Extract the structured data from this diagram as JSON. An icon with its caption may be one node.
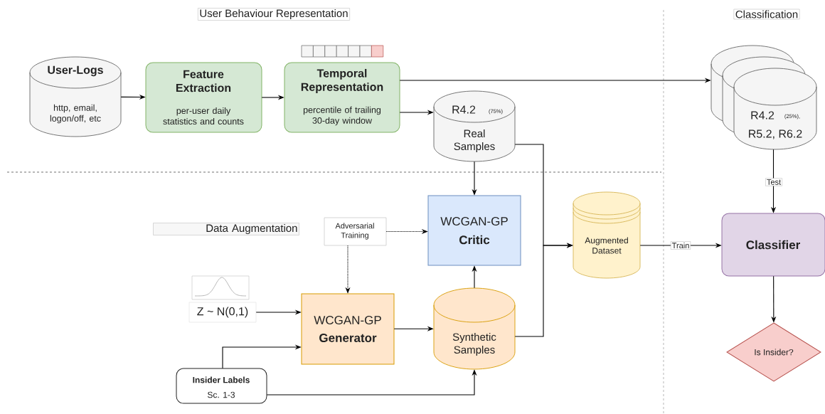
{
  "diagram": {
    "nodes": [
      {
        "text": [
          "User-Logs",
          "http, email, logon/off, etc"
        ]
      },
      {
        "text": [
          "Feature Extraction",
          "per-user daily statistics and counts"
        ]
      },
      {
        "text": [
          "Temporal Representation",
          "percentile of trailing 30-day window"
        ]
      },
      {
        "text": [
          "R4.2",
          "(75%)",
          "Real Samples"
        ]
      },
      {
        "text": [
          "R4.2",
          "(25%),",
          "R5.2, R6.2"
        ]
      },
      {
        "text": [
          "Adversarial Training"
        ]
      },
      {
        "text": [
          "WCGAN-GP",
          "Critic"
        ]
      },
      {
        "text": [
          "Augmented Dataset"
        ]
      },
      {
        "text": [
          "Classifier"
        ]
      },
      {
        "text": [
          "Z ~ N(0,1)"
        ]
      },
      {
        "text": [
          "WCGAN-GP",
          "Generator"
        ]
      },
      {
        "text": [
          "Synthetic Samples"
        ]
      },
      {
        "text": [
          "Insider Labels",
          "Sc. 1-3"
        ]
      },
      {
        "text": [
          "Is Insider?"
        ]
      }
    ],
    "edges": [
      {
        "from": 0,
        "to": 1,
        "arrow": "to"
      },
      {
        "from": 1,
        "to": 2,
        "arrow": "to"
      },
      {
        "from": 2,
        "to": 4,
        "arrow": "to"
      },
      {
        "from": 2,
        "to": 3,
        "arrow": "to"
      },
      {
        "from": 3,
        "to": 6,
        "arrow": "to"
      },
      {
        "from": 3,
        "to": 7,
        "arrow": "to"
      },
      {
        "from": 11,
        "to": 7,
        "arrow": "to"
      },
      {
        "from": 7,
        "to": 8,
        "arrow": "to",
        "label": "Train"
      },
      {
        "from": 4,
        "to": 8,
        "arrow": "to",
        "label": "Test"
      },
      {
        "from": 8,
        "to": 13,
        "arrow": "to"
      },
      {
        "from": 5,
        "to": 6,
        "arrow": "to",
        "style": "dashed"
      },
      {
        "from": 5,
        "to": 10,
        "arrow": "to",
        "style": "dashed"
      },
      {
        "from": 9,
        "to": 10,
        "arrow": "to"
      },
      {
        "from": 12,
        "to": 10,
        "arrow": "to"
      },
      {
        "from": 12,
        "to": 11,
        "arrow": "to"
      },
      {
        "from": 10,
        "to": 11,
        "arrow": "to"
      },
      {
        "from": 11,
        "to": 6,
        "arrow": "to"
      }
    ],
    "labels": [
      "User Behaviour Representation",
      "Classification",
      "Data Augmentation"
    ]
  }
}
